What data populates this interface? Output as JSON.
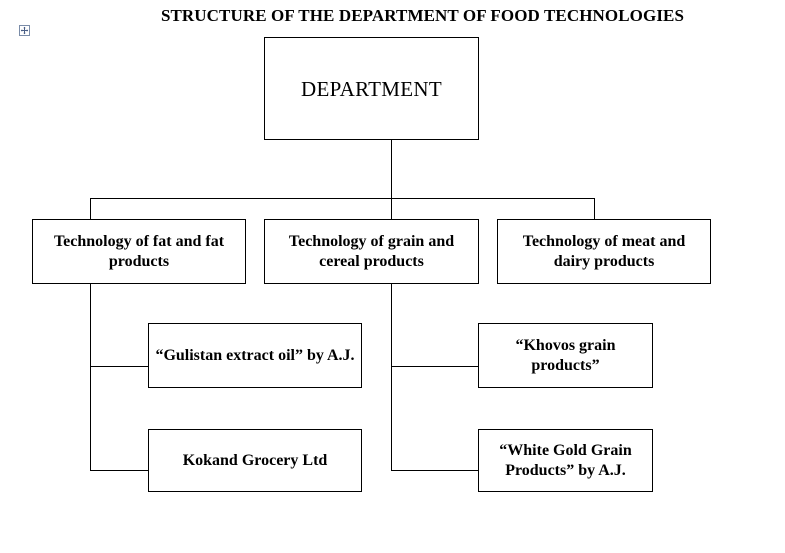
{
  "title": "STRUCTURE OF THE DEPARTMENT OF FOOD TECHNOLOGIES",
  "icons": {
    "table_anchor": "move-handle-icon"
  },
  "root": {
    "label": "DEPARTMENT"
  },
  "branches": [
    {
      "label": "Technology of fat and fat products",
      "children": [
        "“Gulistan extract oil” by A.J.",
        "Kokand Grocery Ltd"
      ]
    },
    {
      "label": "Technology of grain and cereal products",
      "children": [
        "“Khovos grain products”",
        "“White Gold Grain Products” by A.J."
      ]
    },
    {
      "label": "Technology of meat and dairy products",
      "children": []
    }
  ]
}
